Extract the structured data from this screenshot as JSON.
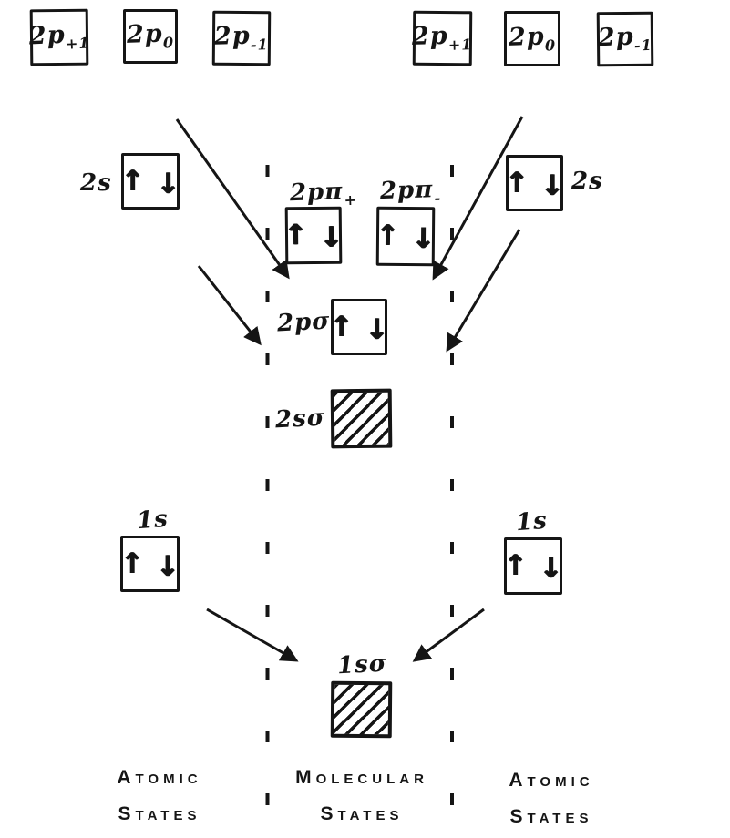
{
  "spin": {
    "up": "↑",
    "down": "↓"
  },
  "left_atomic": {
    "p_plus1": {
      "main": "2p",
      "sub": "+1"
    },
    "p_zero": {
      "main": "2p",
      "sub": "0"
    },
    "p_minus1": {
      "main": "2p",
      "sub": "-1"
    },
    "s2": "2s",
    "s1": "1s"
  },
  "right_atomic": {
    "p_plus1": {
      "main": "2p",
      "sub": "+1"
    },
    "p_zero": {
      "main": "2p",
      "sub": "0"
    },
    "p_minus1": {
      "main": "2p",
      "sub": "-1"
    },
    "s2": "2s",
    "s1": "1s"
  },
  "molecular": {
    "pi_plus": {
      "main": "2pπ",
      "sub": "+"
    },
    "pi_minus": {
      "main": "2pπ",
      "sub": "-"
    },
    "p_sigma": "2pσ",
    "s2_sigma": "2sσ",
    "s1_sigma": "1sσ"
  },
  "footer": {
    "left": {
      "line1": "Atomic",
      "line2": "States"
    },
    "middle": {
      "line1": "Molecular",
      "line2": "States"
    },
    "right": {
      "line1": "Atomic",
      "line2": "States"
    }
  },
  "colors": {
    "ink": "#151515",
    "paper": "#ffffff"
  }
}
